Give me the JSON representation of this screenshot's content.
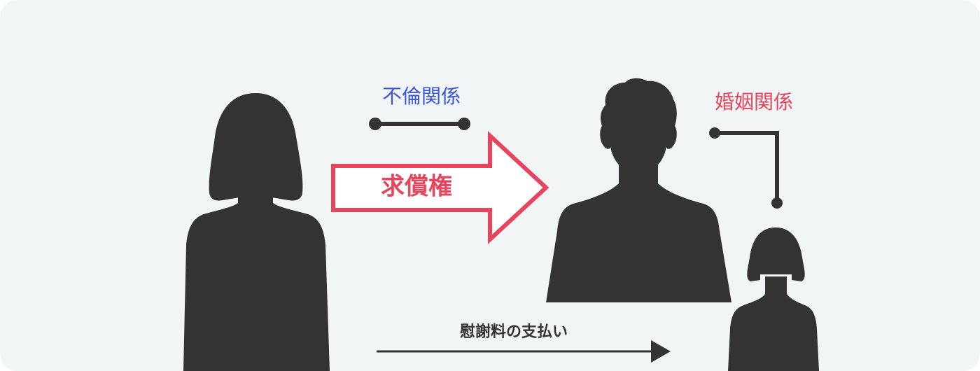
{
  "labels": {
    "affair": "不倫関係",
    "reimbursement_right": "求償権",
    "marriage": "婚姻関係",
    "payment": "慰謝料の支払い"
  },
  "colors": {
    "background": "#f1f5f6",
    "silhouette": "#333333",
    "affair_label": "#3d55e0",
    "marriage_label": "#e8445e",
    "reimbursement_arrow": "#e8445e",
    "reimbursement_fill": "#ffffff",
    "connector": "#333333"
  },
  "icons": {
    "left_person": "woman-silhouette",
    "center_person": "man-silhouette",
    "right_person": "woman-silhouette"
  }
}
